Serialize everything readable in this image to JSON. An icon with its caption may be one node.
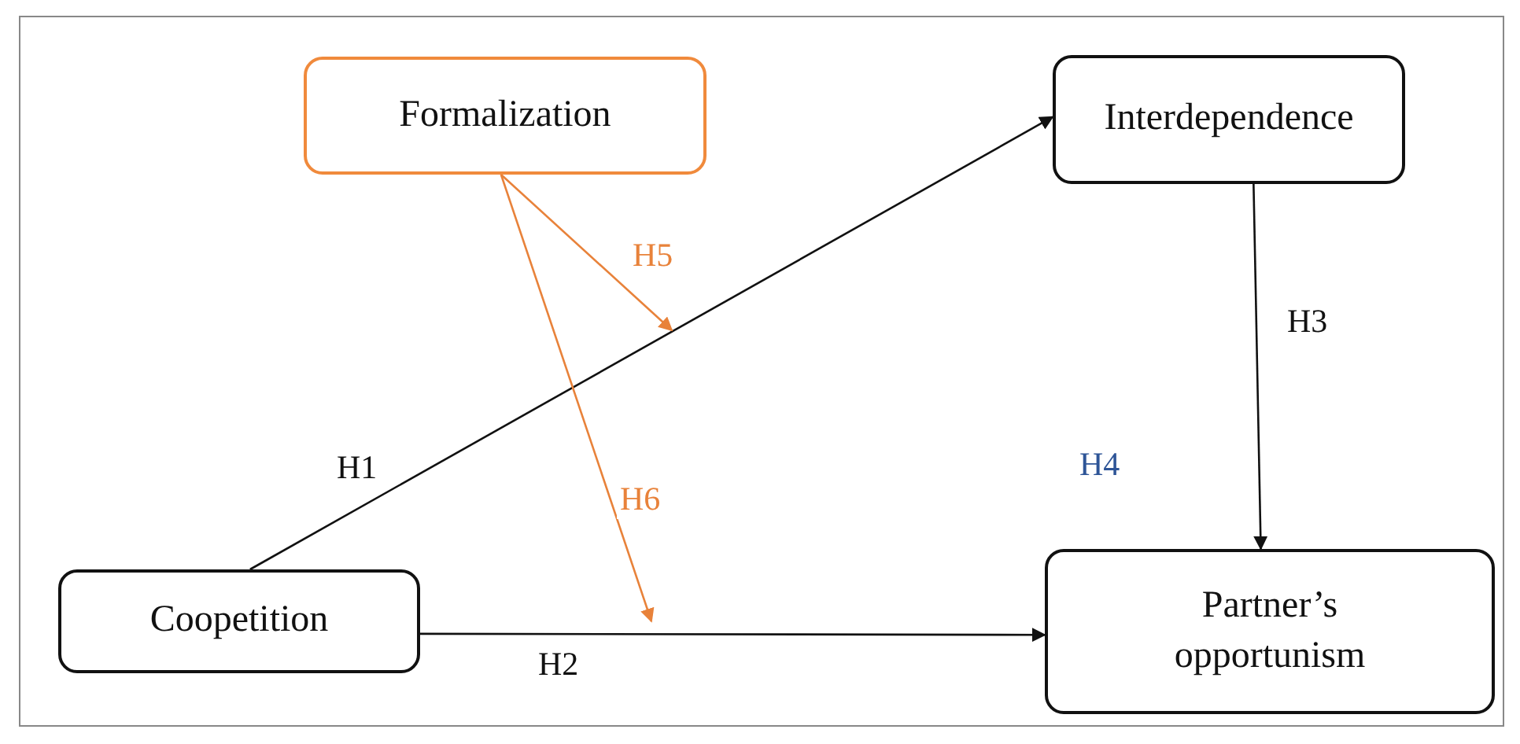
{
  "diagram": {
    "nodes": [
      {
        "text": [
          "Formalization"
        ]
      },
      {
        "text": [
          "Interdependence"
        ]
      },
      {
        "text": [
          "Coopetition"
        ]
      },
      {
        "text": [
          "Partner’s opportunism"
        ]
      }
    ],
    "edges": [
      {
        "from": 2,
        "to": 1,
        "arrow": "to",
        "label": "H1"
      },
      {
        "from": 2,
        "to": 3,
        "arrow": "to",
        "label": "H2"
      },
      {
        "from": 1,
        "to": 3,
        "arrow": "to",
        "label": "H3"
      },
      {
        "from": 0,
        "to": null,
        "arrow": "to",
        "label": "H5",
        "color": "#e8823a"
      },
      {
        "from": 0,
        "to": null,
        "arrow": "to",
        "label": "H6",
        "color": "#e8823a"
      }
    ],
    "labels": [
      "H4"
    ]
  }
}
